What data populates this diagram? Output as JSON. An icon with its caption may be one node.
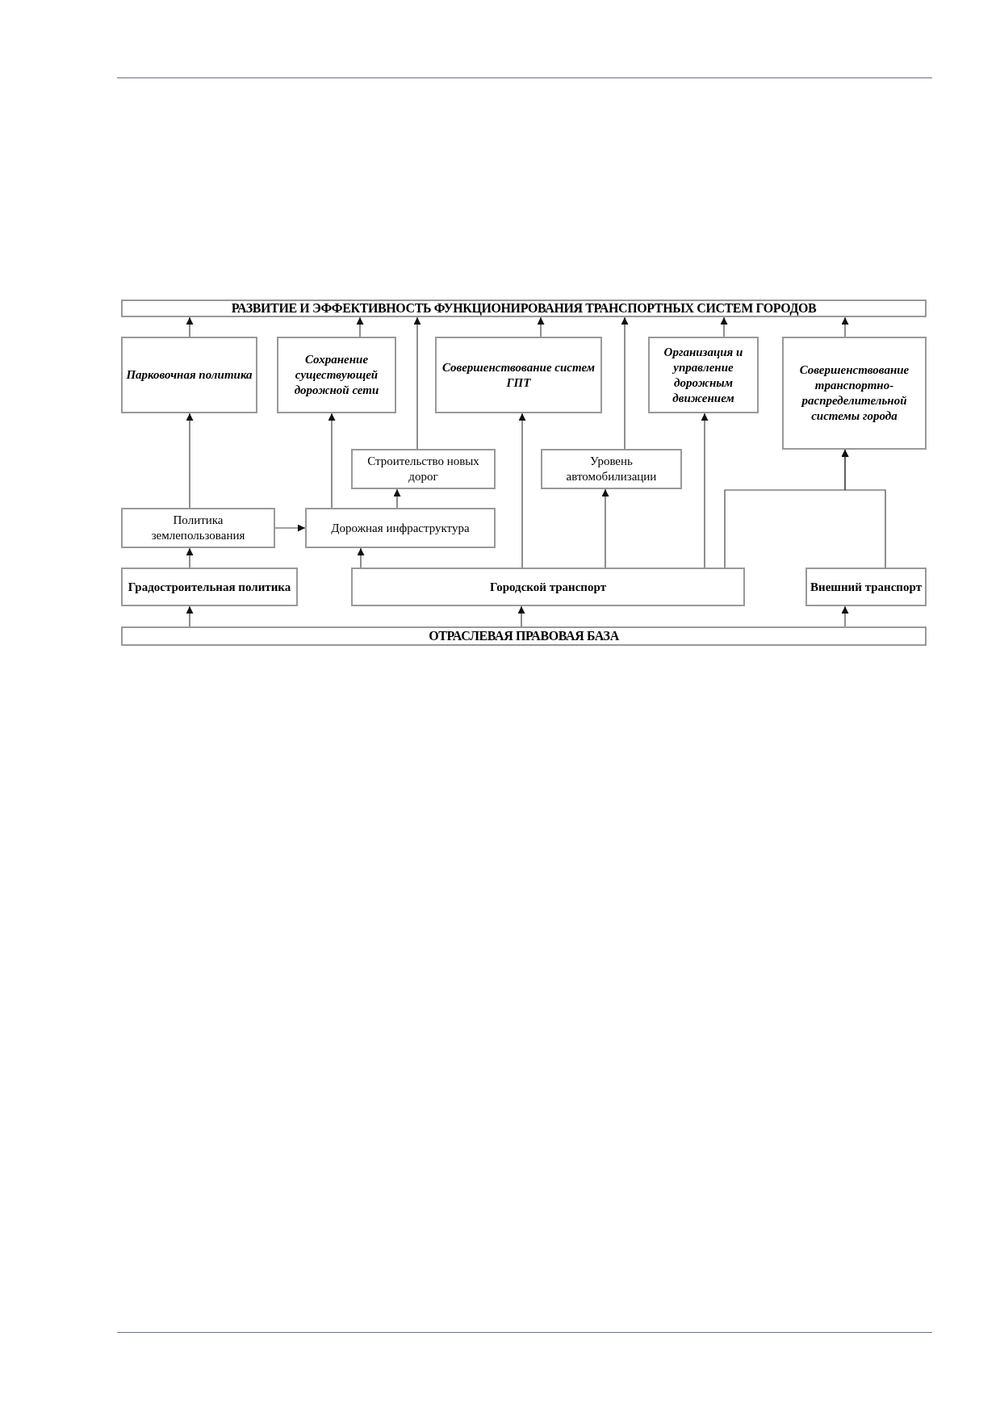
{
  "diagram": {
    "nodes": [
      {
        "text": [
          "РАЗВИТИЕ И ЭФФЕКТИВНОСТЬ ФУНКЦИОНИРОВАНИЯ ТРАНСПОРТНЫХ СИСТЕМ ГОРОДОВ"
        ]
      },
      {
        "text": [
          "Парковочная политика"
        ]
      },
      {
        "text": [
          "Сохранение существующей дорожной сети"
        ]
      },
      {
        "text": [
          "Совершенствование систем ГПТ"
        ]
      },
      {
        "text": [
          "Организация и управление дорожным движением"
        ]
      },
      {
        "text": [
          "Совершенствование транспортно-распределительной системы города"
        ]
      },
      {
        "text": [
          "Строительство новых дорог"
        ]
      },
      {
        "text": [
          "Уровень автомобилизации"
        ]
      },
      {
        "text": [
          "Политика землепользования"
        ]
      },
      {
        "text": [
          "Дорожная инфраструктура"
        ]
      },
      {
        "text": [
          "Градостроительная политика"
        ]
      },
      {
        "text": [
          "Городской транспорт"
        ]
      },
      {
        "text": [
          "Внешний транспорт"
        ]
      },
      {
        "text": [
          "ОТРАСЛЕВАЯ ПРАВОВАЯ БАЗА"
        ]
      }
    ],
    "edges": [
      {
        "from": 1,
        "to": 0,
        "arrow": "to"
      },
      {
        "from": 2,
        "to": 0,
        "arrow": "to"
      },
      {
        "from": 6,
        "to": 0,
        "arrow": "to"
      },
      {
        "from": 3,
        "to": 0,
        "arrow": "to"
      },
      {
        "from": 7,
        "to": 0,
        "arrow": "to"
      },
      {
        "from": 4,
        "to": 0,
        "arrow": "to"
      },
      {
        "from": 5,
        "to": 0,
        "arrow": "to"
      },
      {
        "from": 8,
        "to": 1,
        "arrow": "to"
      },
      {
        "from": 9,
        "to": 2,
        "arrow": "to"
      },
      {
        "from": 9,
        "to": 6,
        "arrow": "to"
      },
      {
        "from": 11,
        "to": 3,
        "arrow": "to"
      },
      {
        "from": 11,
        "to": 7,
        "arrow": "to"
      },
      {
        "from": 11,
        "to": 4,
        "arrow": "to"
      },
      {
        "from": 11,
        "to": 5,
        "arrow": "to"
      },
      {
        "from": 12,
        "to": 5,
        "arrow": "to"
      },
      {
        "from": 10,
        "to": 8,
        "arrow": "to"
      },
      {
        "from": 8,
        "to": 9,
        "arrow": "to"
      },
      {
        "from": 11,
        "to": 9,
        "arrow": "to"
      },
      {
        "from": 13,
        "to": 10,
        "arrow": "to"
      },
      {
        "from": 13,
        "to": 11,
        "arrow": "to"
      },
      {
        "from": 13,
        "to": 12,
        "arrow": "to"
      }
    ]
  }
}
